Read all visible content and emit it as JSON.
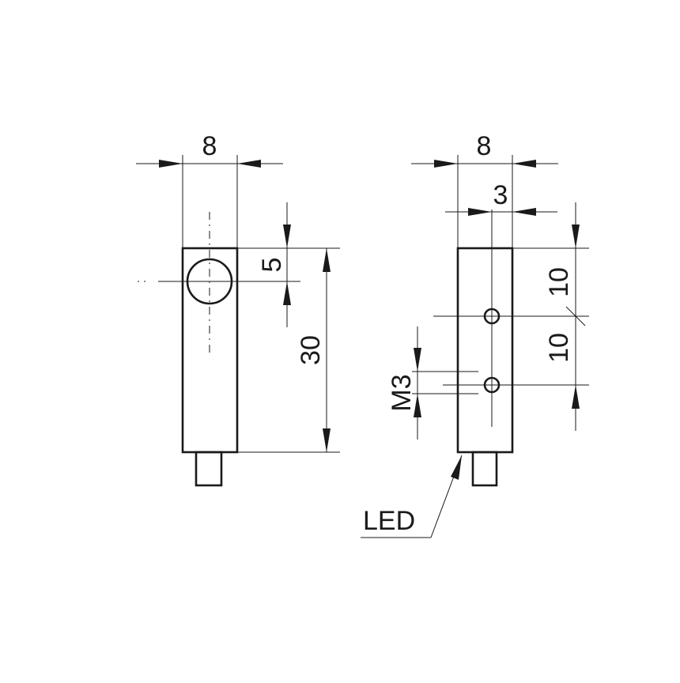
{
  "left_view": {
    "width_dim": "8",
    "offset_dim": "5",
    "length_dim": "30"
  },
  "right_view": {
    "width_dim": "8",
    "hole_offset_dim": "3",
    "spacing_top_dim": "10",
    "spacing_bottom_dim": "10",
    "thread_dim": "M3",
    "led_label": "LED"
  }
}
